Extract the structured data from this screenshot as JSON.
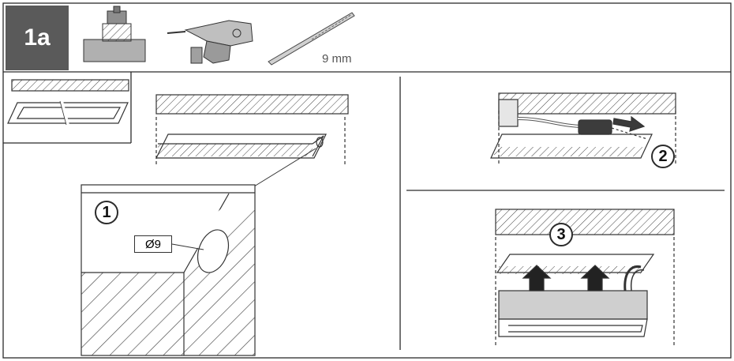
{
  "header": {
    "step_label": "1a",
    "drill_bit_size": "9 mm",
    "icons": [
      "clamp-template-icon",
      "power-drill-icon",
      "drill-bit-icon"
    ]
  },
  "detail": {
    "callout_number": "1",
    "hole_diameter_label": "Ø9"
  },
  "steps": [
    {
      "number": "2"
    },
    {
      "number": "3"
    }
  ],
  "colors": {
    "badge_bg": "#5a5a5a",
    "line": "#2b2b2b",
    "housing_fill": "#cfcfcf"
  }
}
